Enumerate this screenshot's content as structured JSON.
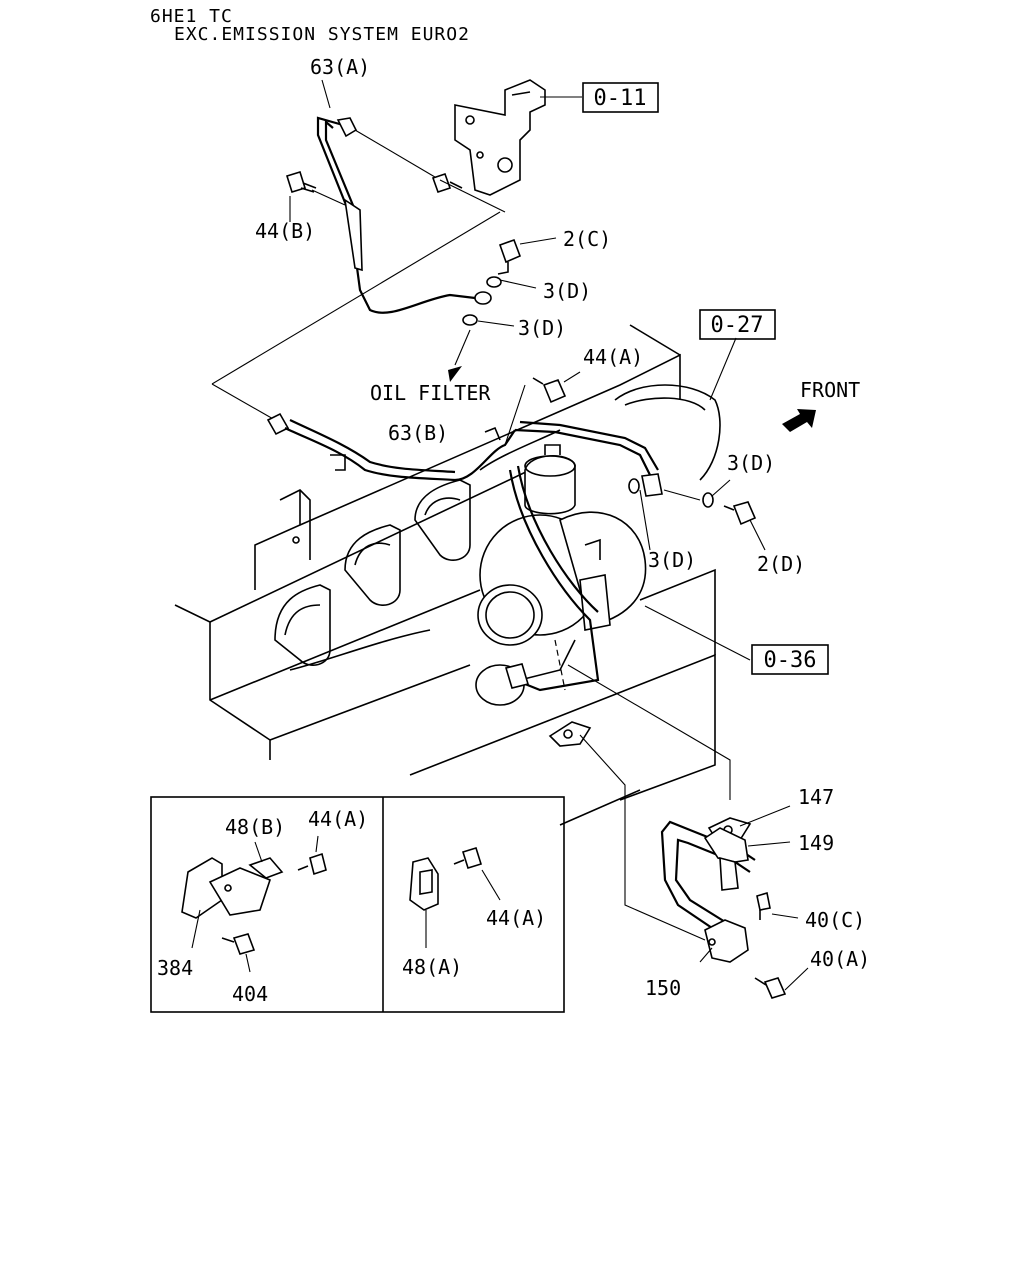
{
  "header": {
    "model": "6HE1 TC",
    "variant": "EXC.EMISSION SYSTEM EURO2"
  },
  "refs": {
    "r0_11": "0-11",
    "r0_27": "0-27",
    "r0_36": "0-36"
  },
  "annotations": {
    "oil_filter": "OIL FILTER",
    "front": "FRONT"
  },
  "parts": {
    "p63a": "63(A)",
    "p63b": "63(B)",
    "p44b": "44(B)",
    "p44a_top": "44(A)",
    "p2c": "2(C)",
    "p3d_1": "3(D)",
    "p3d_2": "3(D)",
    "p3d_3": "3(D)",
    "p3d_4": "3(D)",
    "p2d": "2(D)",
    "p147": "147",
    "p149": "149",
    "p40c": "40(C)",
    "p40a": "40(A)",
    "p150": "150",
    "p48b": "48(B)",
    "p44a_inset1": "44(A)",
    "p384": "384",
    "p404": "404",
    "p44a_inset2": "44(A)",
    "p48a": "48(A)"
  },
  "icons": [
    "front-arrow-icon"
  ]
}
